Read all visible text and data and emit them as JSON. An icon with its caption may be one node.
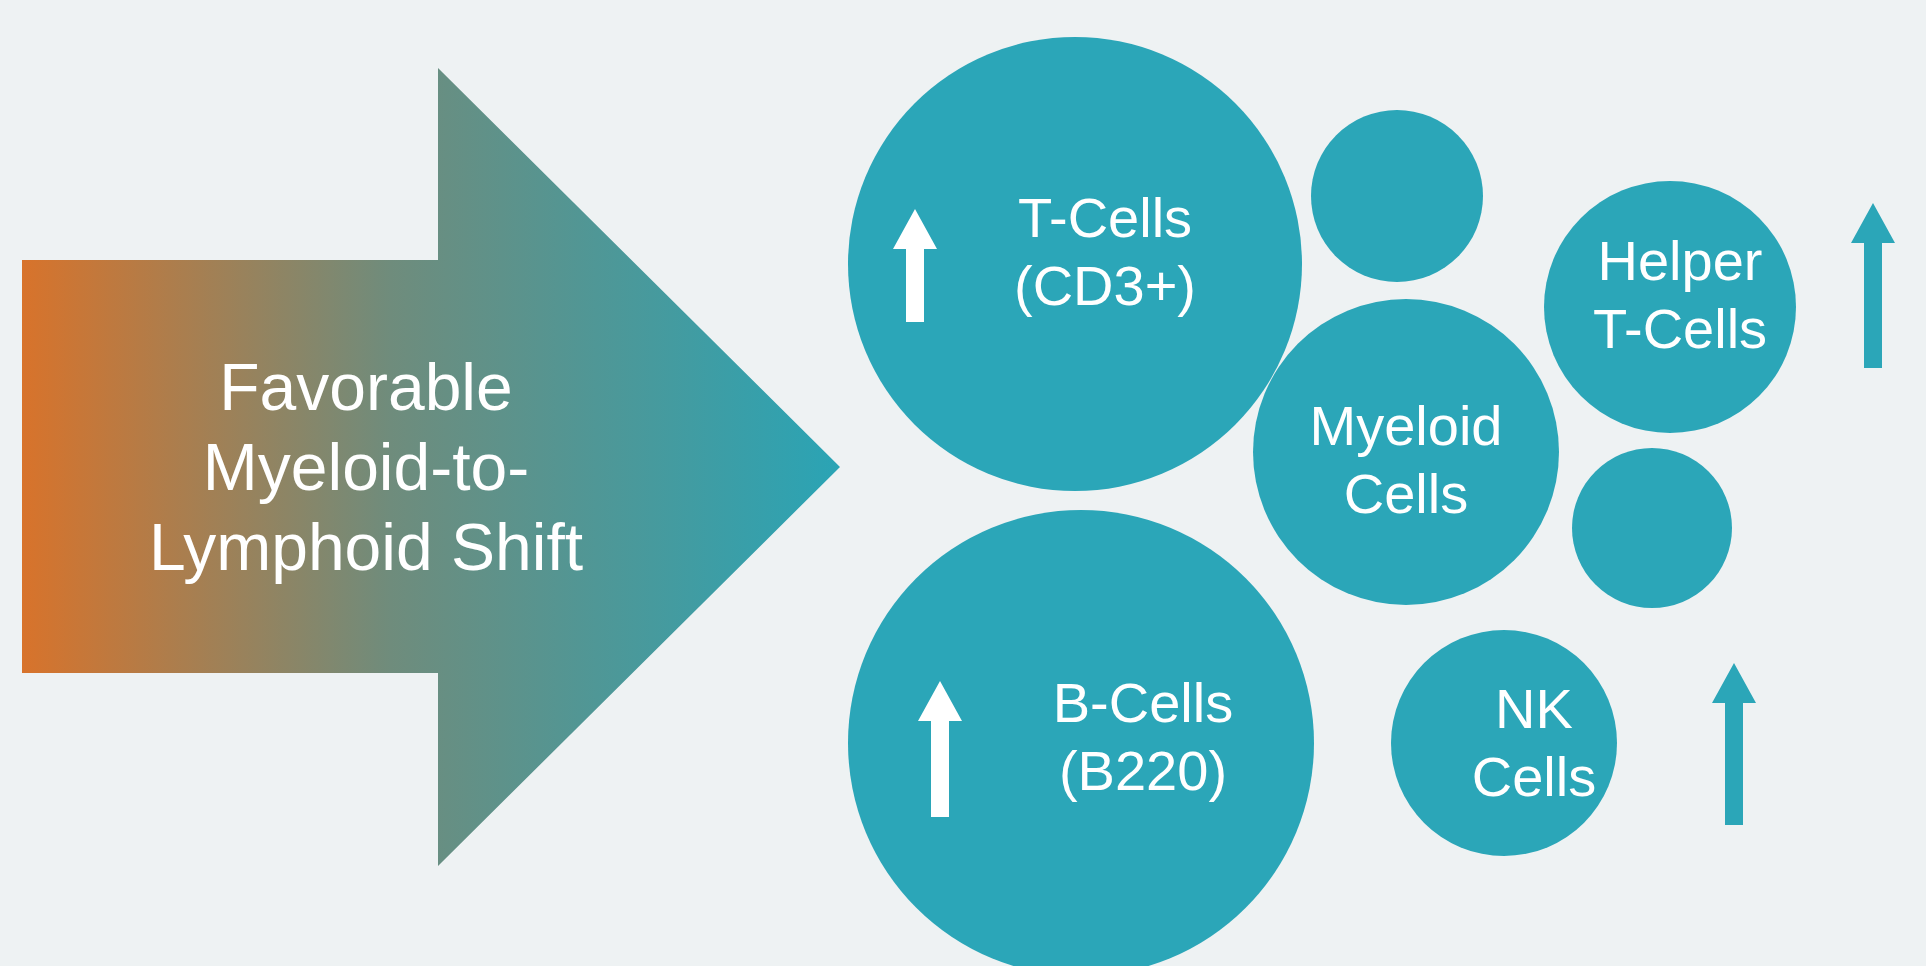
{
  "diagram": {
    "nodes": [
      {
        "text": [
          "Favorable Myeloid-to-Lymphoid Shift"
        ]
      },
      {
        "text": [
          "T-Cells (CD3+)"
        ]
      },
      {
        "text": [],
        "shape": "circle"
      },
      {
        "text": [
          "Helper T-Cells"
        ]
      },
      {
        "text": [
          "Myeloid Cells"
        ]
      },
      {
        "text": [],
        "shape": "circle"
      },
      {
        "text": [
          "B-Cells (B220)"
        ]
      },
      {
        "text": [
          "NK Cells"
        ]
      }
    ]
  }
}
